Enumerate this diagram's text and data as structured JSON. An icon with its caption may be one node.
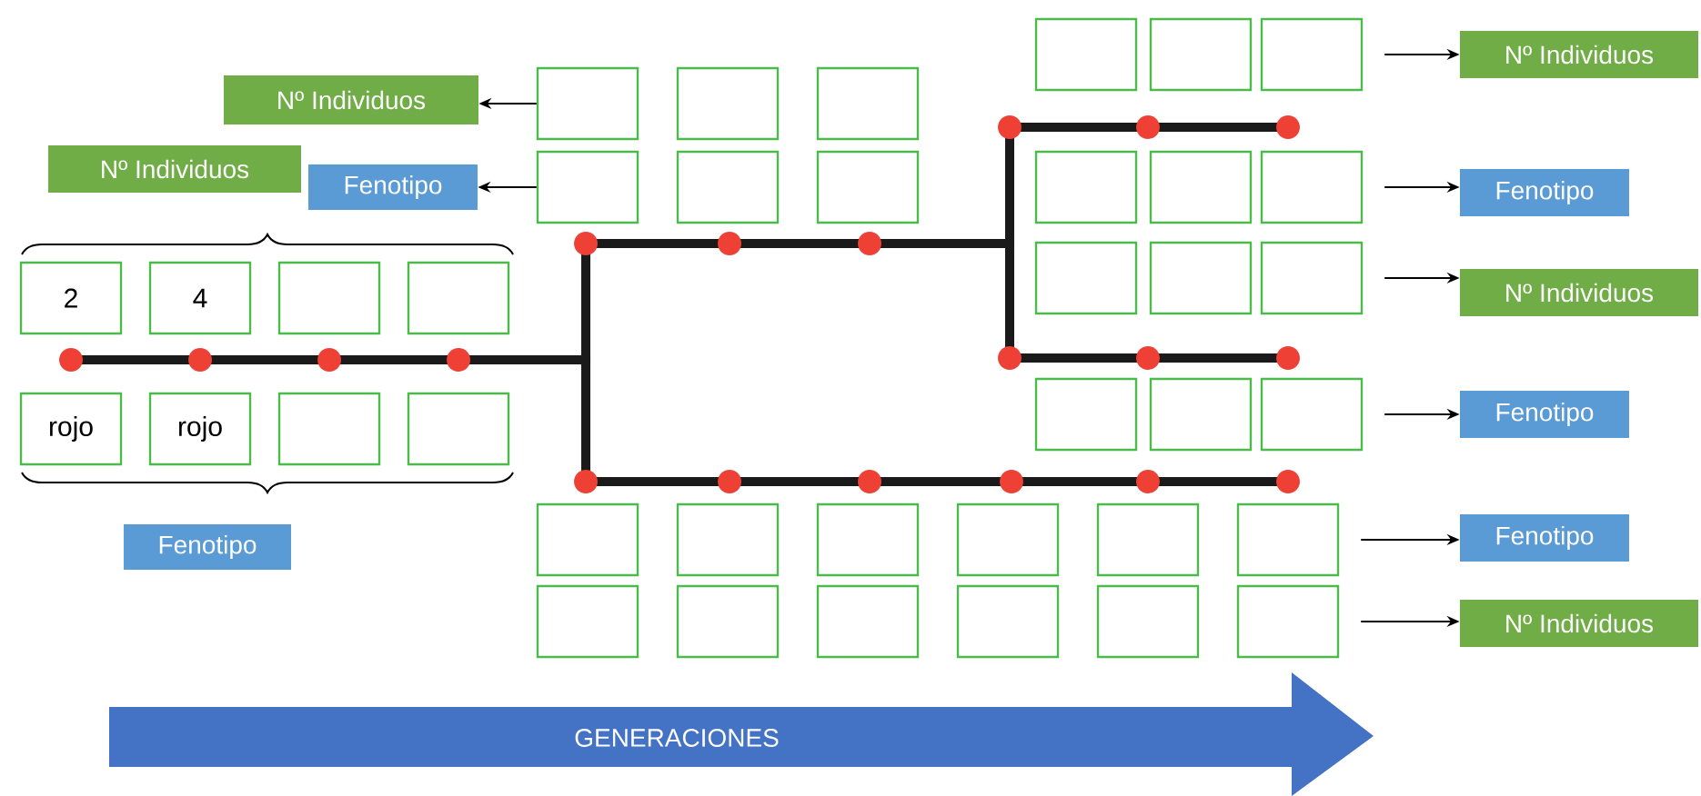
{
  "diagram": {
    "nodes": [
      {
        "text": [
          "Nº Individuos"
        ]
      },
      {
        "text": [
          "Fenotipo"
        ]
      },
      {
        "text": [
          "Nº Individuos"
        ]
      },
      {
        "text": [],
        "shape": "box"
      },
      {
        "text": [],
        "shape": "box"
      },
      {
        "text": [],
        "shape": "box"
      },
      {
        "text": [],
        "shape": "box"
      },
      {
        "text": [],
        "shape": "box"
      },
      {
        "text": [],
        "shape": "box"
      },
      {
        "text": [],
        "shape": "box"
      },
      {
        "text": [],
        "shape": "box"
      },
      {
        "text": [],
        "shape": "box"
      },
      {
        "text": [],
        "shape": "box"
      },
      {
        "text": [],
        "shape": "box"
      },
      {
        "text": [],
        "shape": "box"
      },
      {
        "text": [],
        "shape": "box"
      },
      {
        "text": [],
        "shape": "box"
      },
      {
        "text": [],
        "shape": "box"
      },
      {
        "text": [],
        "shape": "box"
      },
      {
        "text": [],
        "shape": "box"
      },
      {
        "text": [],
        "shape": "box"
      },
      {
        "text": [
          "Nº Individuos"
        ]
      },
      {
        "text": [
          "Fenotipo"
        ]
      },
      {
        "text": [
          "Nº Individuos"
        ]
      },
      {
        "text": [
          "Fenotipo"
        ]
      },
      {
        "text": [
          "Fenotipo"
        ]
      },
      {
        "text": [
          "Nº Individuos"
        ]
      },
      {
        "text": [
          "2"
        ]
      },
      {
        "text": [
          "4"
        ]
      },
      {
        "text": [],
        "shape": "box"
      },
      {
        "text": [],
        "shape": "box"
      },
      {
        "text": [
          "rojo"
        ]
      },
      {
        "text": [
          "rojo"
        ]
      },
      {
        "text": [],
        "shape": "box"
      },
      {
        "text": [],
        "shape": "box"
      },
      {
        "text": [
          "Fenotipo"
        ]
      },
      {
        "text": [],
        "shape": "box"
      },
      {
        "text": [],
        "shape": "box"
      },
      {
        "text": [],
        "shape": "box"
      },
      {
        "text": [],
        "shape": "box"
      },
      {
        "text": [],
        "shape": "box"
      },
      {
        "text": [],
        "shape": "box"
      },
      {
        "text": [],
        "shape": "box"
      },
      {
        "text": [],
        "shape": "box"
      },
      {
        "text": [],
        "shape": "box"
      },
      {
        "text": [],
        "shape": "box"
      },
      {
        "text": [],
        "shape": "box"
      },
      {
        "text": [],
        "shape": "box"
      },
      {
        "text": [
          "GENERACIONES"
        ]
      }
    ],
    "edges": [
      {
        "from": 3,
        "to": 0,
        "arrow": "to"
      },
      {
        "from": 6,
        "to": 1,
        "arrow": "to"
      },
      {
        "from": 11,
        "to": 21,
        "arrow": "to"
      },
      {
        "from": 14,
        "to": 22,
        "arrow": "to"
      },
      {
        "from": 17,
        "to": 23,
        "arrow": "to"
      },
      {
        "from": 20,
        "to": 24,
        "arrow": "to"
      },
      {
        "from": 41,
        "to": 25,
        "arrow": "to"
      },
      {
        "from": 47,
        "to": 26,
        "arrow": "to"
      }
    ]
  }
}
